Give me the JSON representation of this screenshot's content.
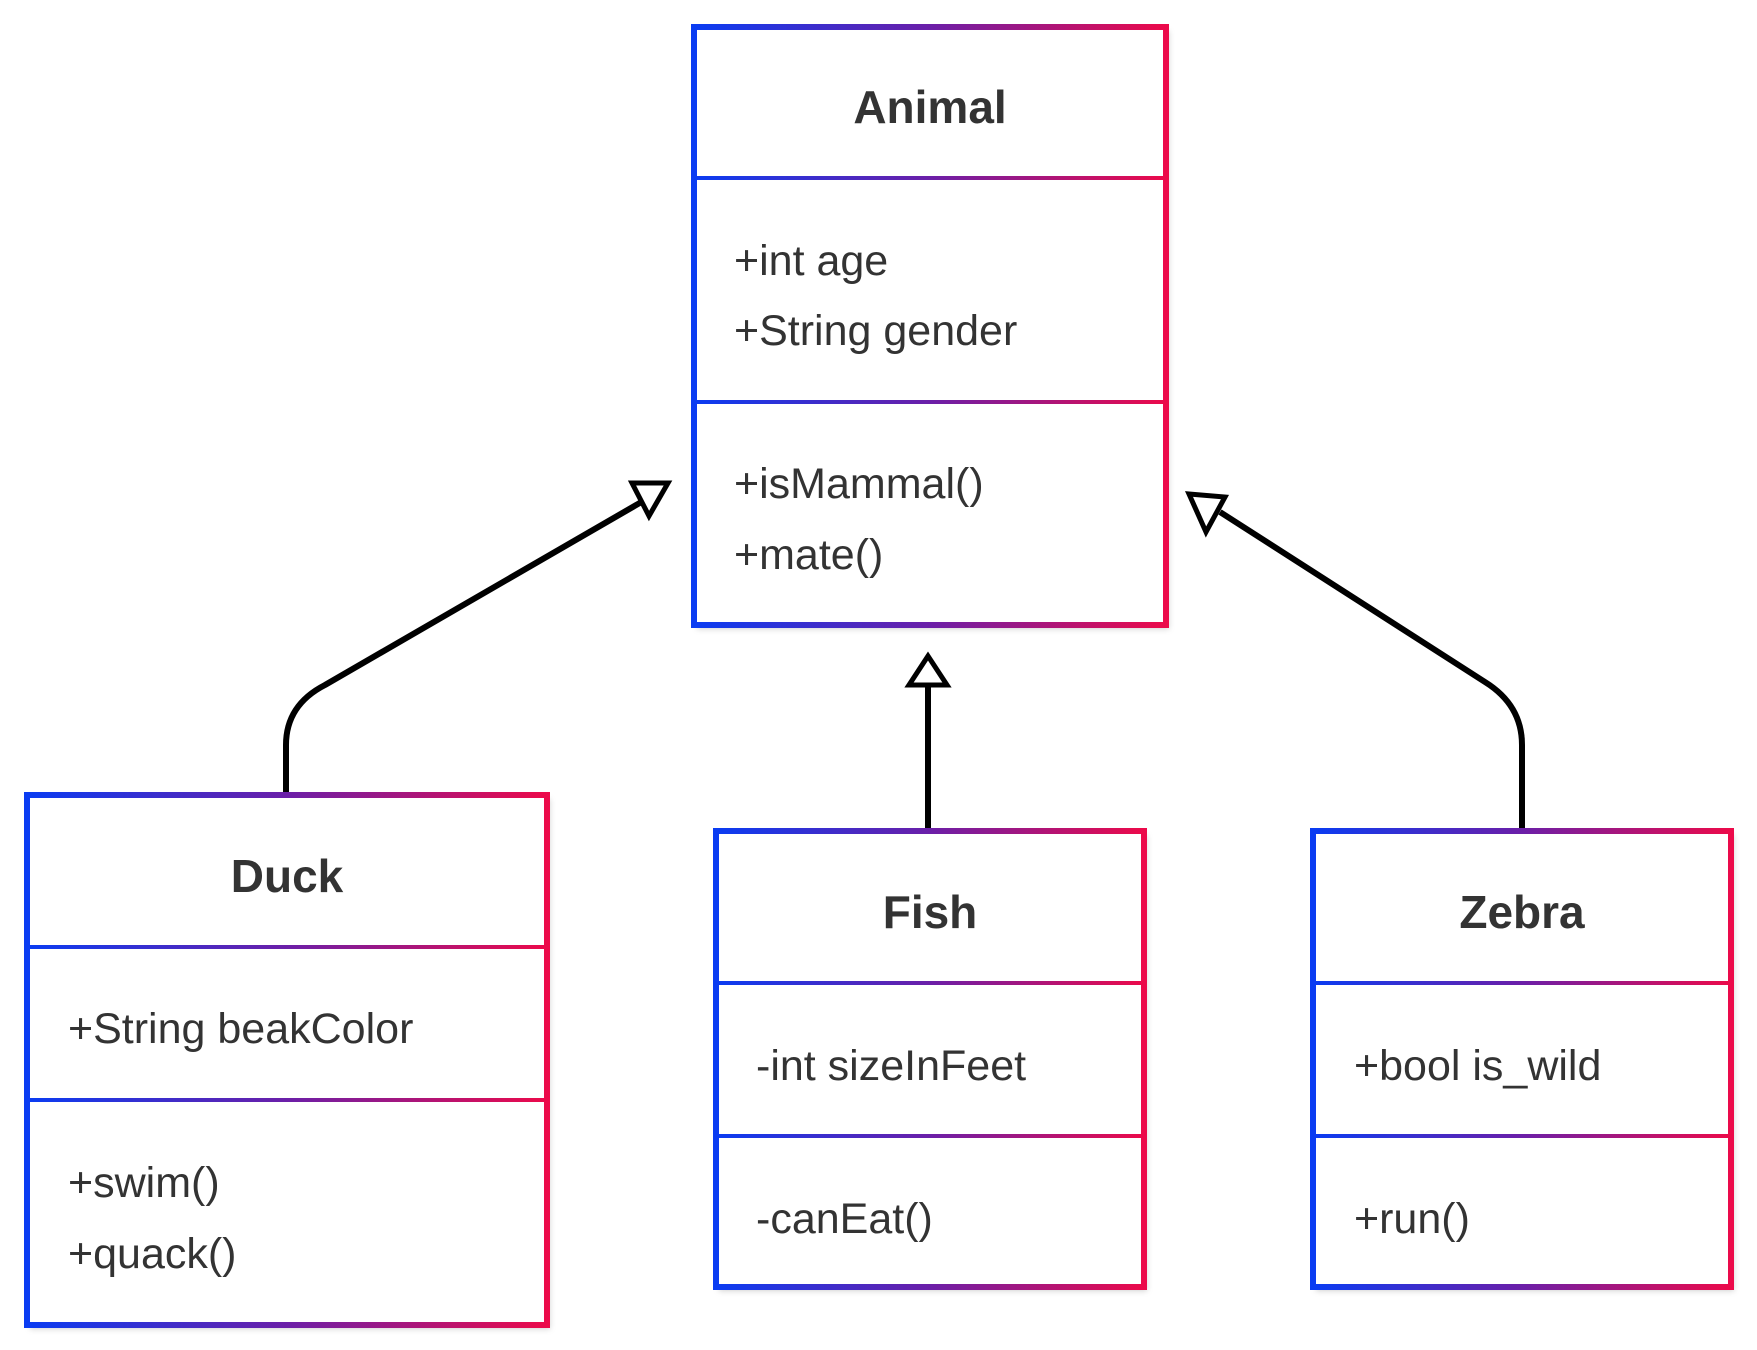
{
  "colors": {
    "gradient_start": "#0a3cf2",
    "gradient_mid": "#6b1fa8",
    "gradient_end": "#ec0a4a",
    "text": "#333333",
    "edge": "#000000",
    "background": "#ffffff"
  },
  "classes": {
    "animal": {
      "name": "Animal",
      "attributes": [
        "+int age",
        "+String gender"
      ],
      "methods": [
        "+isMammal()",
        "+mate()"
      ]
    },
    "duck": {
      "name": "Duck",
      "attributes": [
        "+String beakColor"
      ],
      "methods": [
        "+swim()",
        "+quack()"
      ]
    },
    "fish": {
      "name": "Fish",
      "attributes": [
        "-int sizeInFeet"
      ],
      "methods": [
        "-canEat()"
      ]
    },
    "zebra": {
      "name": "Zebra",
      "attributes": [
        "+bool is_wild"
      ],
      "methods": [
        "+run()"
      ]
    }
  },
  "relationships": [
    {
      "from": "Duck",
      "to": "Animal",
      "type": "inheritance"
    },
    {
      "from": "Fish",
      "to": "Animal",
      "type": "inheritance"
    },
    {
      "from": "Zebra",
      "to": "Animal",
      "type": "inheritance"
    }
  ]
}
